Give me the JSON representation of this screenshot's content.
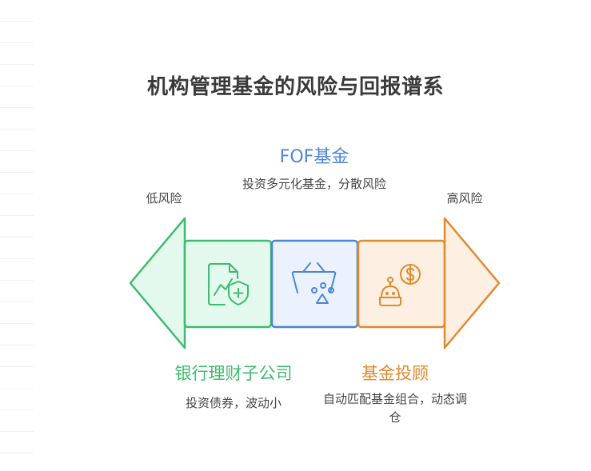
{
  "title": "机构管理基金的风险与回报谱系",
  "scale": {
    "low_label": "低风险",
    "high_label": "高风险"
  },
  "items": [
    {
      "name": "银行理财子公司",
      "description": "投资债券，波动小",
      "color": "#3dbb6e",
      "fill": "#e4f9ee",
      "icon": "document-shield-icon"
    },
    {
      "name": "FOF基金",
      "description": "投资多元化基金，分散风险",
      "color": "#4a86d6",
      "fill": "#ebf2fe",
      "icon": "basket-icon"
    },
    {
      "name": "基金投顾",
      "description": "自动匹配基金组合，动态调仓",
      "color": "#e0892e",
      "fill": "#fdf0e2",
      "icon": "robot-dollar-icon"
    }
  ]
}
